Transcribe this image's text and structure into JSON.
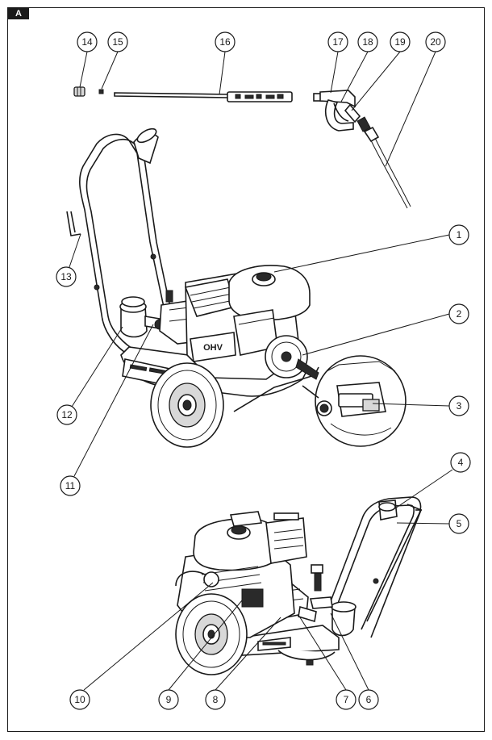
{
  "figure": {
    "section_label": "A"
  },
  "callouts": [
    {
      "num": "1"
    },
    {
      "num": "2"
    },
    {
      "num": "3"
    },
    {
      "num": "4"
    },
    {
      "num": "5"
    },
    {
      "num": "6"
    },
    {
      "num": "7"
    },
    {
      "num": "8"
    },
    {
      "num": "9"
    },
    {
      "num": "10"
    },
    {
      "num": "11"
    },
    {
      "num": "12"
    },
    {
      "num": "13"
    },
    {
      "num": "14"
    },
    {
      "num": "15"
    },
    {
      "num": "16"
    },
    {
      "num": "17"
    },
    {
      "num": "18"
    },
    {
      "num": "19"
    },
    {
      "num": "20"
    }
  ],
  "labels": {
    "engine_badge": "OHV"
  }
}
